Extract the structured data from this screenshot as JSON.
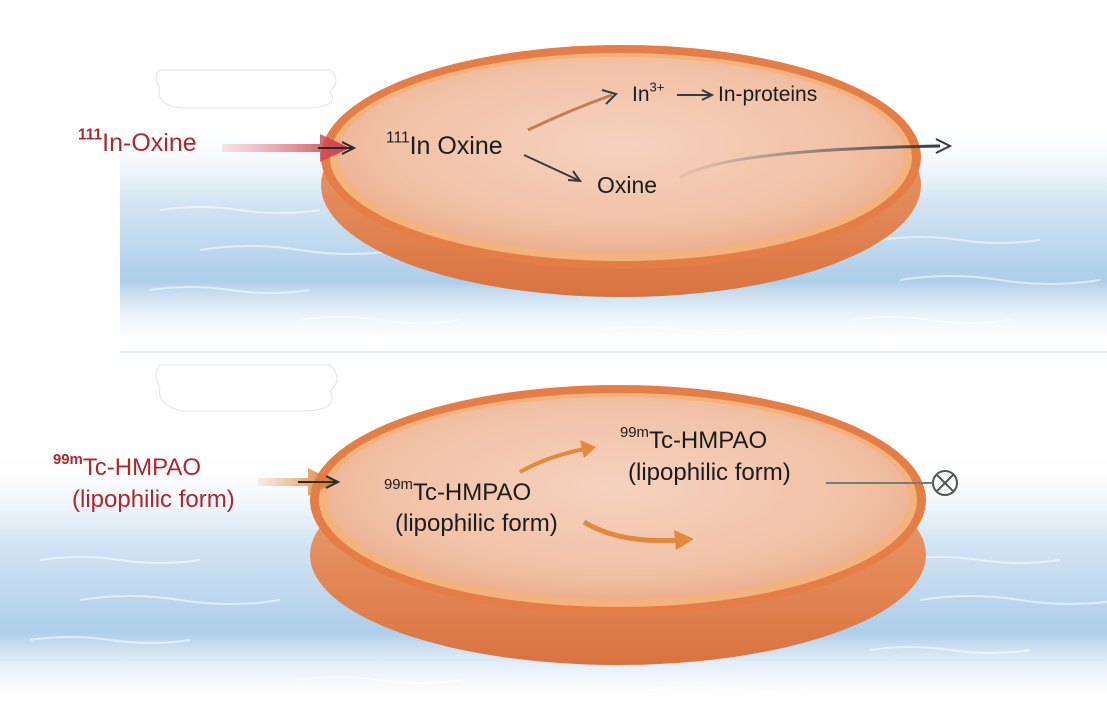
{
  "top_panel": {
    "external_label": {
      "sup": "111",
      "text": "In-Oxine"
    },
    "cell_label": {
      "sup": "111",
      "text": "In Oxine"
    },
    "in_ion": {
      "text": "In",
      "sup": "3+"
    },
    "in_proteins": "In-proteins",
    "oxine": "Oxine"
  },
  "bottom_panel": {
    "external_label": {
      "sup": "99m",
      "text": "Tc-HMPAO",
      "subtext": "(lipophilic form)"
    },
    "cell_label": {
      "sup": "99m",
      "text": "Tc-HMPAO",
      "subtext": "(lipophilic form)"
    },
    "upper_label": {
      "sup": "99m",
      "text": "Tc-HMPAO",
      "subtext": "(lipophilic form)"
    },
    "blocked_icon": "blocked-circle-x-icon"
  },
  "colors": {
    "red_label": "#b0262b",
    "cell_fill": "#efb598",
    "cell_rim": "#e07a45",
    "water": "#bcd6ec",
    "orange_arrow": "#e58a2e"
  }
}
